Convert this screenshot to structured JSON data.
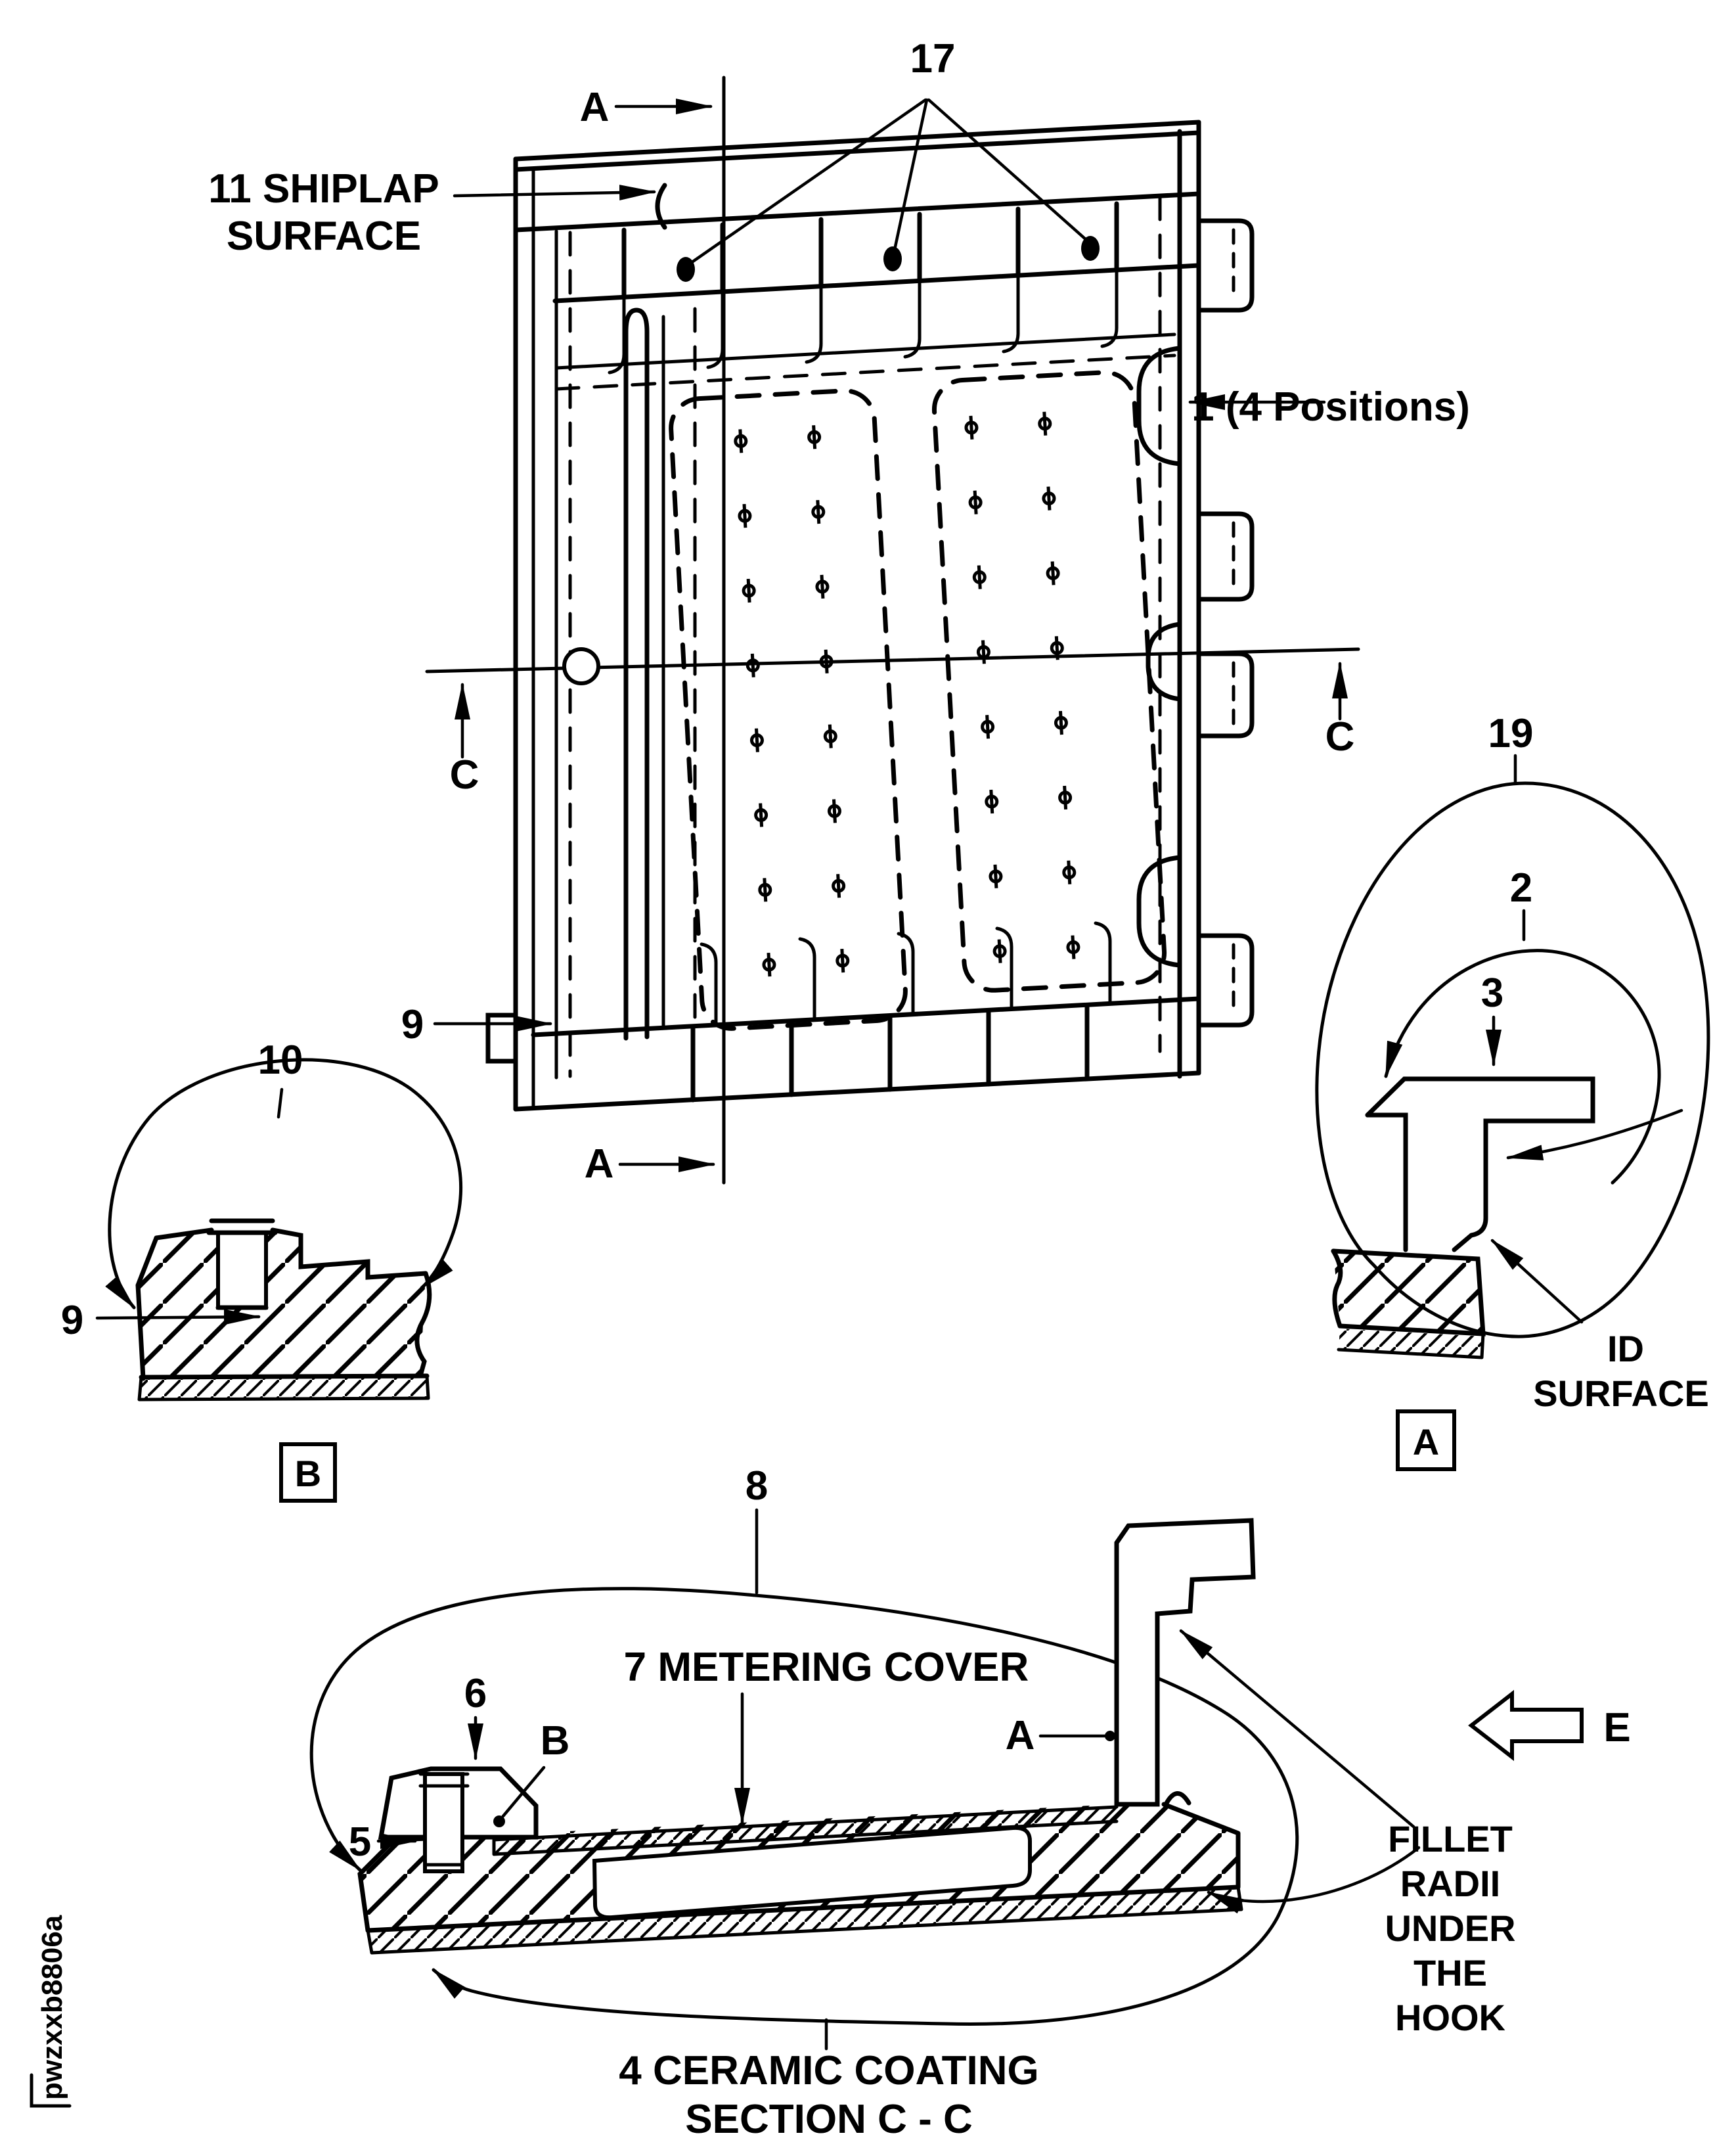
{
  "doc": {
    "id_code": "pwzxxb8806a"
  },
  "main_view": {
    "section_a_top": "A",
    "section_a_bottom": "A",
    "item_17": "17",
    "shiplap_line1": "11 SHIPLAP",
    "shiplap_line2": "SURFACE",
    "item_1": "1 (4 Positions)",
    "section_c_left": "C",
    "section_c_right": "C",
    "item_9": "9"
  },
  "detail_b": {
    "item_10": "10",
    "item_9": "9",
    "view_ref": "B"
  },
  "detail_a": {
    "item_19": "19",
    "item_2": "2",
    "item_3": "3",
    "id_surface_line1": "ID",
    "id_surface_line2": "SURFACE",
    "view_ref": "A"
  },
  "section_cc": {
    "item_8": "8",
    "metering_cover": "7 METERING COVER",
    "item_6": "6",
    "ref_b": "B",
    "item_5": "5",
    "ref_a": "A",
    "fillet_lines": [
      "FILLET",
      "RADII",
      "UNDER",
      "THE",
      "HOOK"
    ],
    "view_dir": "E",
    "caption_line1": "4 CERAMIC COATING",
    "caption_line2": "SECTION C - C"
  }
}
